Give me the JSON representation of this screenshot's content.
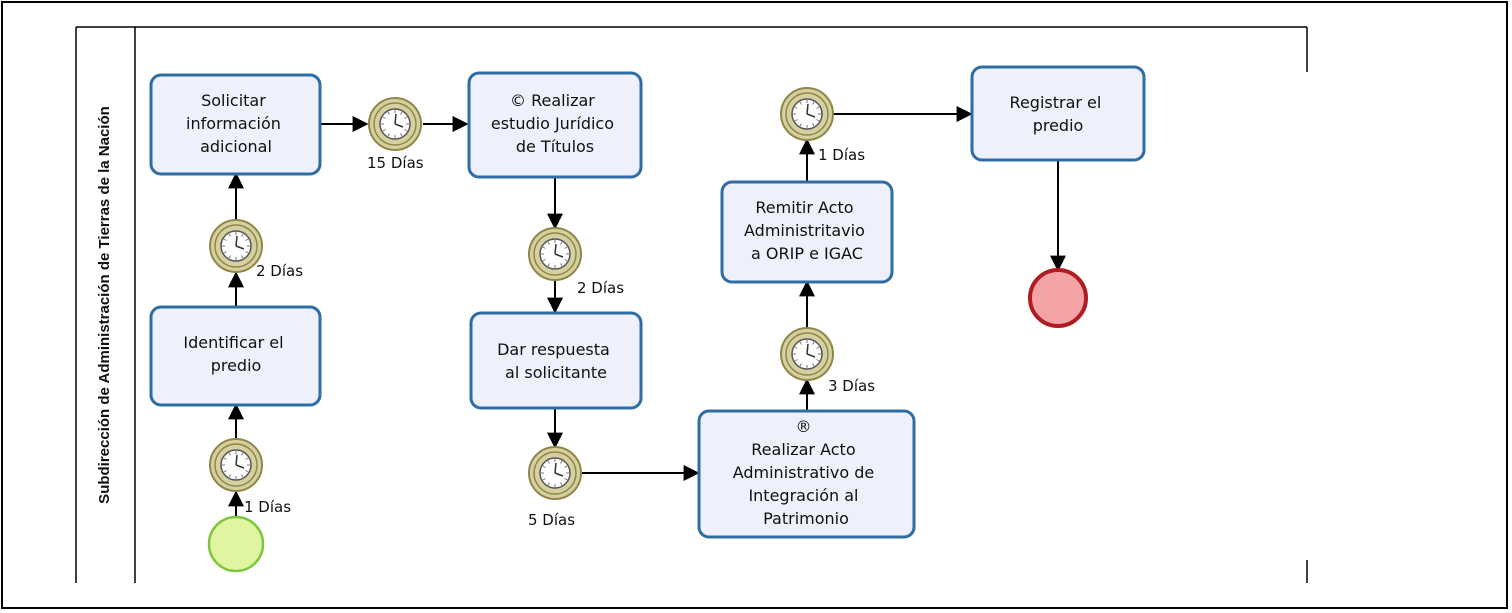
{
  "lane": {
    "title": "Subdirección de Administración de Tierras de la Nación"
  },
  "tasks": {
    "solicitar": [
      "Solicitar",
      "información",
      "adicional"
    ],
    "estudio": [
      "© Realizar",
      "estudio Jurídico",
      "de Títulos"
    ],
    "registrar": [
      "Registrar el",
      "predio"
    ],
    "remitir": [
      "Remitir Acto",
      "Administritavio",
      "a ORIP e IGAC"
    ],
    "identificar": [
      "Identificar el",
      "predio"
    ],
    "respuesta": [
      "Dar respuesta",
      "al solicitante"
    ],
    "acto": [
      "®",
      "Realizar Acto",
      "Administrativo de",
      "Integración al",
      "Patrimonio"
    ]
  },
  "timers": {
    "t15": "15 Días",
    "t2a": "2 Días",
    "t2b": "2 Días",
    "t1a": "1 Días",
    "t1b": "1 Días",
    "t3": "3 Días",
    "t5": "5 Días"
  },
  "colors": {
    "task_border": "#2d6da3",
    "task_fill": "#eef0fb",
    "start_fill": "#dff5a0",
    "start_stroke": "#7cc63a",
    "end_fill": "#f4a3a6",
    "end_stroke": "#b01c22",
    "timer_fill": "#d6d0a0",
    "timer_stroke": "#8f8748"
  }
}
